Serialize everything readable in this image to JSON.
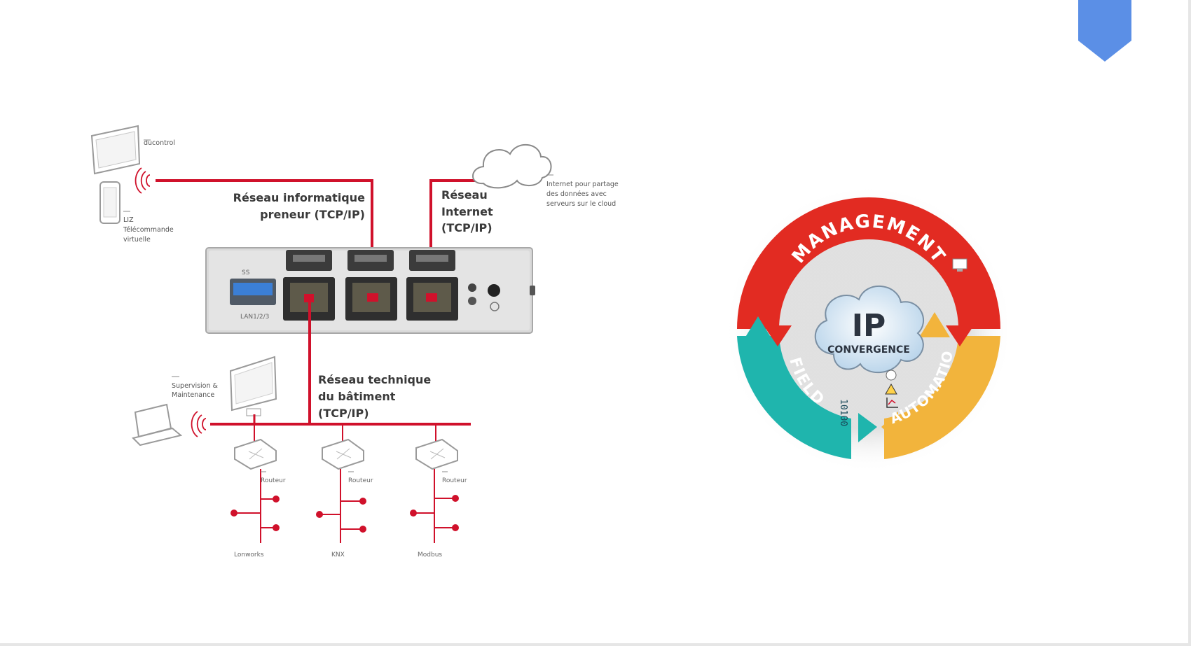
{
  "network": {
    "label_it": [
      "Réseau informatique",
      "preneur (TCP/IP)"
    ],
    "label_internet": [
      "Réseau",
      "Internet",
      "(TCP/IP)"
    ],
    "label_tech": [
      "Réseau technique",
      "du bâtiment",
      "(TCP/IP)"
    ],
    "device_tablet": "ducontrol",
    "device_phone": [
      "LIZ",
      "Télécommande",
      "virtuelle"
    ],
    "supervision": [
      "Supervision &",
      "Maintenance"
    ],
    "cloud_note": [
      "Internet pour partage",
      "des données avec",
      "serveurs sur le cloud"
    ],
    "router": "Routeur",
    "bus_labels": [
      "Lonworks",
      "KNX",
      "Modbus"
    ],
    "port_usb": "SS",
    "port_lan": "LAN1/2/3"
  },
  "ip_wheel": {
    "top": "MANAGEMENT",
    "left": "FIELD",
    "right": "AUTOMATION",
    "center_big": "IP",
    "center_small": "CONVERGENCE",
    "binary": "10100"
  },
  "colors": {
    "red_line": "#d0112b",
    "management": "#e22b22",
    "field": "#1fb5ad",
    "automation": "#f2b43c",
    "bookmark": "#5b8fe6"
  }
}
